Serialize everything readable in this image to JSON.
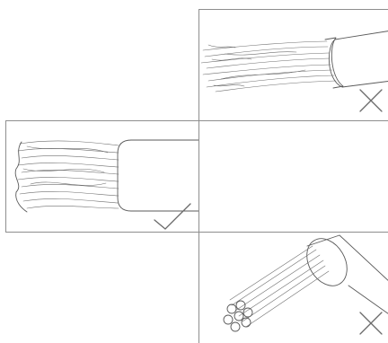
{
  "panels": [
    {
      "id": "frayed-strands-with-insulation",
      "verdict": "incorrect",
      "verdict_icon": "cross-icon"
    },
    {
      "id": "twisted-bundle-with-insulation",
      "verdict": "correct",
      "verdict_icon": "check-icon"
    },
    {
      "id": "empty-panel",
      "verdict": "none",
      "verdict_icon": ""
    },
    {
      "id": "separated-strands-with-insulation",
      "verdict": "incorrect",
      "verdict_icon": "cross-icon"
    }
  ],
  "colors": {
    "frame": "#8e8e8e",
    "ink": "#5a5a5a",
    "background": "#ffffff"
  }
}
